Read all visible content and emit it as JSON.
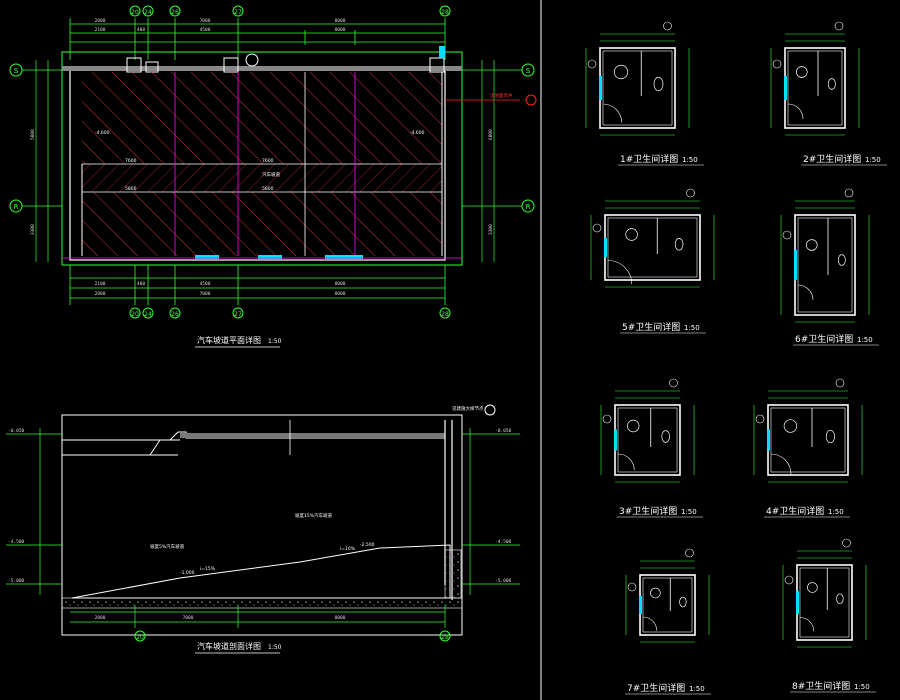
{
  "colors": {
    "background": "#000000",
    "dimension": "#33ff33",
    "wall": "#ffffff",
    "hatch": "#ff3c3c",
    "grid_line": "#ff00ff",
    "glazing": "#00e0ff",
    "note": "#ff2020",
    "frame": "#ffffff"
  },
  "plan": {
    "title": "汽车坡道平面详图",
    "scale": "1:50",
    "top_axes": [
      "20",
      "24",
      "26",
      "27",
      "28"
    ],
    "bottom_axes": [
      "20",
      "24",
      "26",
      "27",
      "28"
    ],
    "side_axes": [
      "S",
      "R"
    ],
    "top_dims_row1": [
      "2800",
      "7000",
      "8000"
    ],
    "top_dims_row2": [
      "2100",
      "400",
      "4500",
      "8000"
    ],
    "bottom_dims_row1": [
      "2100",
      "400",
      "4500",
      "8000"
    ],
    "bottom_dims_row2": [
      "2800",
      "7000",
      "8000"
    ],
    "left_dims": [
      "5000",
      "3300"
    ],
    "right_dims": [
      "6000",
      "3300"
    ],
    "inner_labels": [
      "-4.600",
      "7600",
      "5800",
      "-4.600",
      "7600",
      "5800"
    ],
    "ramp_note": "汽车坡道",
    "callout_note": "出地面风井"
  },
  "section": {
    "title": "汽车坡道剖面详图",
    "scale": "1:50",
    "left_levels": [
      "-0.050",
      "-4.500",
      "-5.000"
    ],
    "right_levels": [
      "-0.050",
      "-4.500",
      "-5.000"
    ],
    "bottom_axes": [
      "20",
      "28"
    ],
    "bottom_dims": [
      "2800",
      "7000",
      "8000"
    ],
    "ramp_notes": [
      "坡度5%汽车坡道",
      "坡度15%汽车坡道",
      "i=15%",
      "i=10%",
      "-1.000",
      "-2.500"
    ],
    "callout": "见建施大样节点"
  },
  "bathrooms": [
    {
      "title": "1#卫生间详图",
      "scale": "1:50"
    },
    {
      "title": "2#卫生间详图",
      "scale": "1:50"
    },
    {
      "title": "5#卫生间详图",
      "scale": "1:50"
    },
    {
      "title": "6#卫生间详图",
      "scale": "1:50"
    },
    {
      "title": "3#卫生间详图",
      "scale": "1:50"
    },
    {
      "title": "4#卫生间详图",
      "scale": "1:50"
    },
    {
      "title": "7#卫生间详图",
      "scale": "1:50"
    },
    {
      "title": "8#卫生间详图",
      "scale": "1:50"
    }
  ]
}
